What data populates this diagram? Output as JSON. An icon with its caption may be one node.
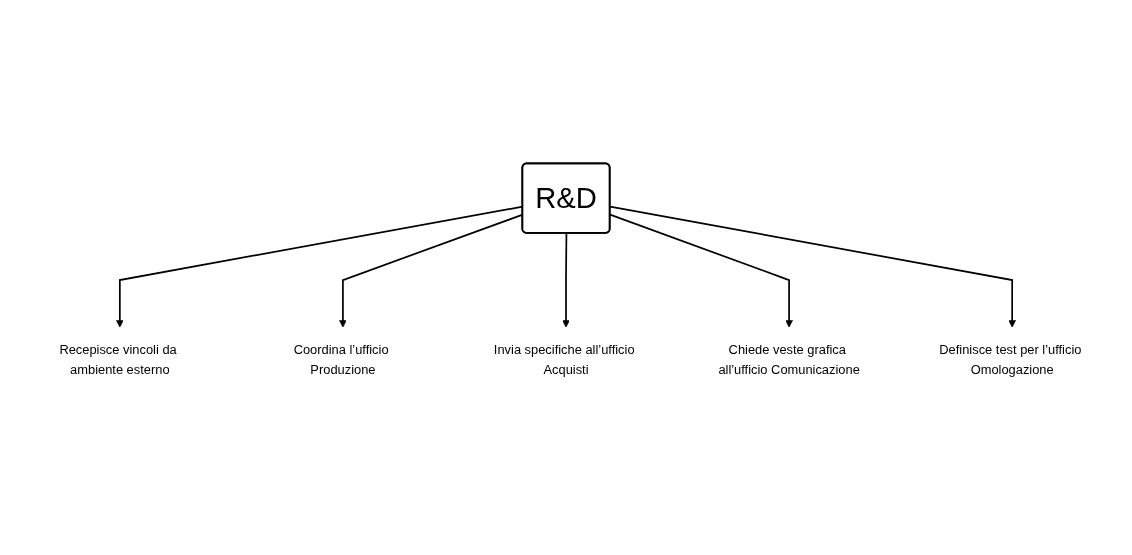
{
  "diagram": {
    "nodes": [
      {
        "text": [
          "R&D"
        ]
      },
      {
        "text": [
          "Recepisce vincoli da ambiente esterno"
        ]
      },
      {
        "text": [
          "Coordina l’ufficio Produzione"
        ]
      },
      {
        "text": [
          "Invia specifiche all’ufficio Acquisti"
        ]
      },
      {
        "text": [
          "Chiede veste grafica all’ufficio Comunicazione"
        ]
      },
      {
        "text": [
          "Definisce test per l’ufficio Omologazione"
        ]
      }
    ],
    "edges": [
      {
        "from": 0,
        "to": 1,
        "arrow": "to"
      },
      {
        "from": 0,
        "to": 2,
        "arrow": "to"
      },
      {
        "from": 0,
        "to": 3,
        "arrow": "to"
      },
      {
        "from": 0,
        "to": 4,
        "arrow": "to"
      },
      {
        "from": 0,
        "to": 5,
        "arrow": "to"
      }
    ]
  }
}
